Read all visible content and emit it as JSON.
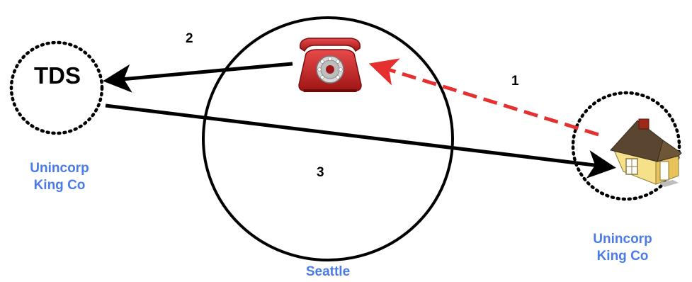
{
  "diagram": {
    "nodes": {
      "tds": {
        "label": "TDS",
        "icon": "none"
      },
      "phone": {
        "icon": "telephone-icon",
        "color": "#cc1f1f"
      },
      "house": {
        "icon": "house-icon",
        "wall_color": "#f6e08a",
        "roof_color": "#5a4630"
      }
    },
    "regions": {
      "left": {
        "line1": "Unincorp",
        "line2": "King Co"
      },
      "right": {
        "line1": "Unincorp",
        "line2": "King Co"
      },
      "center": {
        "label": "Seattle"
      }
    },
    "steps": {
      "s1": "1",
      "s2": "2",
      "s3": "3"
    },
    "colors": {
      "region_text": "#4a7be8",
      "dashed_arrow": "#e63030",
      "solid_arrow": "#000000"
    }
  }
}
